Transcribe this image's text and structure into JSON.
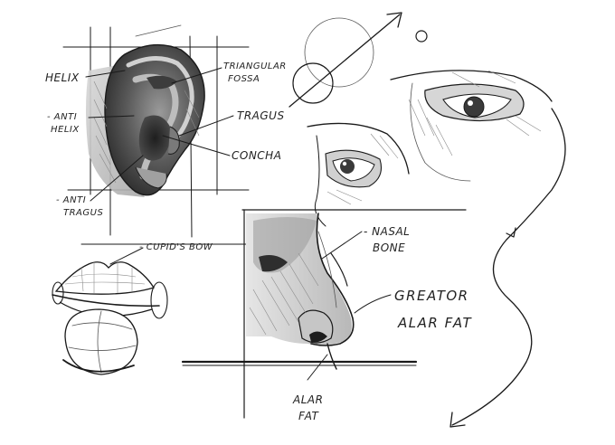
{
  "sheet": {
    "background": "#ffffff",
    "ink": "#1a1a1a",
    "shade_dark": "#3a3a3a",
    "shade_mid": "#8a8a8a",
    "shade_light": "#cfcfcf"
  },
  "labels": {
    "ear": {
      "helix": "HELIX",
      "triangular_fossa_1": "TRIANGULAR",
      "triangular_fossa_2": "FOSSA",
      "anti_helix_1": "- ANTI",
      "anti_helix_2": "HELIX",
      "tragus": "TRAGUS",
      "concha": "CONCHA",
      "anti_tragus_1": "- ANTI",
      "anti_tragus_2": "TRAGUS"
    },
    "lips": {
      "cupids_bow": "- CUPID'S BOW"
    },
    "nose": {
      "nasal_bone_1": "- NASAL",
      "nasal_bone_2": "BONE",
      "greater_alar_fat_1": "GREATOR",
      "greater_alar_fat_2": "ALAR FAT",
      "alar_fat_1": "ALAR",
      "alar_fat_2": "FAT"
    }
  }
}
